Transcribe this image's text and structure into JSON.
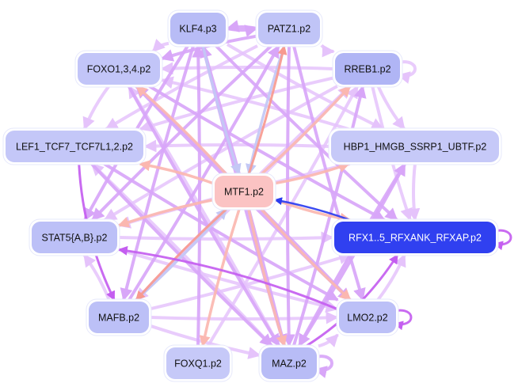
{
  "diagram": {
    "type": "directed-network",
    "nodes": [
      {
        "id": "KLF4",
        "label": "KLF4.p3",
        "fill": "#b8bcf6"
      },
      {
        "id": "PATZ1",
        "label": "PATZ1.p2",
        "fill": "#c0c4f7"
      },
      {
        "id": "FOXO134",
        "label": "FOXO1,3,4.p2",
        "fill": "#c2c5f8"
      },
      {
        "id": "RREB1",
        "label": "RREB1.p2",
        "fill": "#b0b5f5"
      },
      {
        "id": "LEF1",
        "label": "LEF1_TCF7_TCF7L1,2.p2",
        "fill": "#c4c7f8"
      },
      {
        "id": "HBP1",
        "label": "HBP1_HMGB_SSRP1_UBTF.p2",
        "fill": "#c6c9f8"
      },
      {
        "id": "MTF1",
        "label": "MTF1.p2",
        "fill": "#fbc3c3"
      },
      {
        "id": "RFX",
        "label": "RFX1..5_RFXANK_RFXAP.p2",
        "fill": "#3040f0"
      },
      {
        "id": "STAT5",
        "label": "STAT5{A,B}.p2",
        "fill": "#bcc0f7"
      },
      {
        "id": "MAFB",
        "label": "MAFB.p2",
        "fill": "#bcc0f7"
      },
      {
        "id": "LMO2",
        "label": "LMO2.p2",
        "fill": "#bcc0f7"
      },
      {
        "id": "FOXQ1",
        "label": "FOXQ1.p2",
        "fill": "#c6c9f8"
      },
      {
        "id": "MAZ",
        "label": "MAZ.p2",
        "fill": "#b8bcf6"
      }
    ],
    "edge_colors": {
      "light": "#e5c3fb",
      "medium": "#d8a6f8",
      "strong": "#c45ef0",
      "repress_pink": "#fbb7b0",
      "repress_red": "#f79a90",
      "light_blue": "#c3c8f5",
      "blue": "#2a3cf0"
    },
    "edges": [
      {
        "from": "KLF4",
        "to": "PATZ1",
        "style": "medium"
      },
      {
        "from": "PATZ1",
        "to": "KLF4",
        "style": "medium"
      },
      {
        "from": "KLF4",
        "to": "FOXO134",
        "style": "light"
      },
      {
        "from": "KLF4",
        "to": "MTF1",
        "style": "light_blue"
      },
      {
        "from": "KLF4",
        "to": "MAFB",
        "style": "medium"
      },
      {
        "from": "KLF4",
        "to": "STAT5",
        "style": "medium"
      },
      {
        "from": "KLF4",
        "to": "RFX",
        "style": "medium"
      },
      {
        "from": "KLF4",
        "to": "MAZ",
        "style": "medium"
      },
      {
        "from": "KLF4",
        "to": "HBP1",
        "style": "light"
      },
      {
        "from": "PATZ1",
        "to": "RREB1",
        "style": "light"
      },
      {
        "from": "PATZ1",
        "to": "FOXO134",
        "style": "medium"
      },
      {
        "from": "PATZ1",
        "to": "MTF1",
        "style": "light_blue"
      },
      {
        "from": "PATZ1",
        "to": "MAZ",
        "style": "medium"
      },
      {
        "from": "PATZ1",
        "to": "LEF1",
        "style": "light"
      },
      {
        "from": "PATZ1",
        "to": "STAT5",
        "style": "medium"
      },
      {
        "from": "PATZ1",
        "to": "LMO2",
        "style": "medium"
      },
      {
        "from": "RREB1",
        "to": "FOXO134",
        "style": "light"
      },
      {
        "from": "RREB1",
        "to": "LEF1",
        "style": "light"
      },
      {
        "from": "RREB1",
        "to": "HBP1",
        "style": "light"
      },
      {
        "from": "RREB1",
        "to": "STAT5",
        "style": "light"
      },
      {
        "from": "RREB1",
        "to": "MAFB",
        "style": "light"
      },
      {
        "from": "RREB1",
        "to": "RREB1",
        "style": "light"
      },
      {
        "from": "FOXO134",
        "to": "LEF1",
        "style": "light"
      },
      {
        "from": "FOXO134",
        "to": "RFX",
        "style": "medium"
      },
      {
        "from": "FOXO134",
        "to": "LMO2",
        "style": "medium"
      },
      {
        "from": "FOXO134",
        "to": "MAZ",
        "style": "medium"
      },
      {
        "from": "LEF1",
        "to": "LMO2",
        "style": "medium"
      },
      {
        "from": "LEF1",
        "to": "MAZ",
        "style": "medium"
      },
      {
        "from": "HBP1",
        "to": "LEF1",
        "style": "light"
      },
      {
        "from": "HBP1",
        "to": "RFX",
        "style": "light"
      },
      {
        "from": "HBP1",
        "to": "STAT5",
        "style": "light"
      },
      {
        "from": "MTF1",
        "to": "FOXO134",
        "style": "repress_pink"
      },
      {
        "from": "MTF1",
        "to": "LEF1",
        "style": "repress_pink"
      },
      {
        "from": "MTF1",
        "to": "STAT5",
        "style": "repress_pink"
      },
      {
        "from": "MTF1",
        "to": "HBP1",
        "style": "repress_pink"
      },
      {
        "from": "MTF1",
        "to": "RFX",
        "style": "repress_pink"
      },
      {
        "from": "MTF1",
        "to": "MAFB",
        "style": "repress_red"
      },
      {
        "from": "MTF1",
        "to": "LMO2",
        "style": "repress_pink"
      },
      {
        "from": "MTF1",
        "to": "FOXQ1",
        "style": "repress_pink"
      },
      {
        "from": "MTF1",
        "to": "MAZ",
        "style": "repress_pink"
      },
      {
        "from": "MTF1",
        "to": "PATZ1",
        "style": "repress_red"
      },
      {
        "from": "MTF1",
        "to": "RREB1",
        "style": "repress_pink"
      },
      {
        "from": "MAFB",
        "to": "MTF1",
        "style": "light_blue"
      },
      {
        "from": "RFX",
        "to": "MTF1",
        "style": "blue"
      },
      {
        "from": "RFX",
        "to": "RFX",
        "style": "strong"
      },
      {
        "from": "LMO2",
        "to": "STAT5",
        "style": "strong"
      },
      {
        "from": "LMO2",
        "to": "LMO2",
        "style": "strong"
      },
      {
        "from": "LMO2",
        "to": "RFX",
        "style": "light"
      },
      {
        "from": "MAZ",
        "to": "RFX",
        "style": "strong"
      },
      {
        "from": "MAZ",
        "to": "MAZ",
        "style": "medium"
      },
      {
        "from": "MAZ",
        "to": "LMO2",
        "style": "light"
      },
      {
        "from": "MAZ",
        "to": "RREB1",
        "style": "medium"
      },
      {
        "from": "MAZ",
        "to": "HBP1",
        "style": "medium"
      },
      {
        "from": "MAZ",
        "to": "KLF4",
        "style": "medium"
      },
      {
        "from": "MAFB",
        "to": "STAT5",
        "style": "light"
      },
      {
        "from": "MAFB",
        "to": "LMO2",
        "style": "light"
      },
      {
        "from": "MAFB",
        "to": "MAZ",
        "style": "light"
      },
      {
        "from": "MAFB",
        "to": "RFX",
        "style": "light"
      },
      {
        "from": "MAFB",
        "to": "RREB1",
        "style": "light"
      },
      {
        "from": "MAFB",
        "to": "PATZ1",
        "style": "medium"
      },
      {
        "from": "LEF1",
        "to": "MAFB",
        "style": "strong"
      },
      {
        "from": "STAT5",
        "to": "LMO2",
        "style": "light"
      },
      {
        "from": "STAT5",
        "to": "RFX",
        "style": "light"
      },
      {
        "from": "FOXQ1",
        "to": "KLF4",
        "style": "medium"
      },
      {
        "from": "FOXQ1",
        "to": "RREB1",
        "style": "light"
      },
      {
        "from": "HBP1",
        "to": "MAZ",
        "style": "medium"
      },
      {
        "from": "LMO2",
        "to": "FOXO134",
        "style": "medium"
      },
      {
        "from": "MAZ",
        "to": "FOXO134",
        "style": "light"
      },
      {
        "from": "MAZ",
        "to": "LEF1",
        "style": "light"
      },
      {
        "from": "RREB1",
        "to": "RFX",
        "style": "light"
      },
      {
        "from": "HBP1",
        "to": "FOXO134",
        "style": "light"
      }
    ]
  }
}
